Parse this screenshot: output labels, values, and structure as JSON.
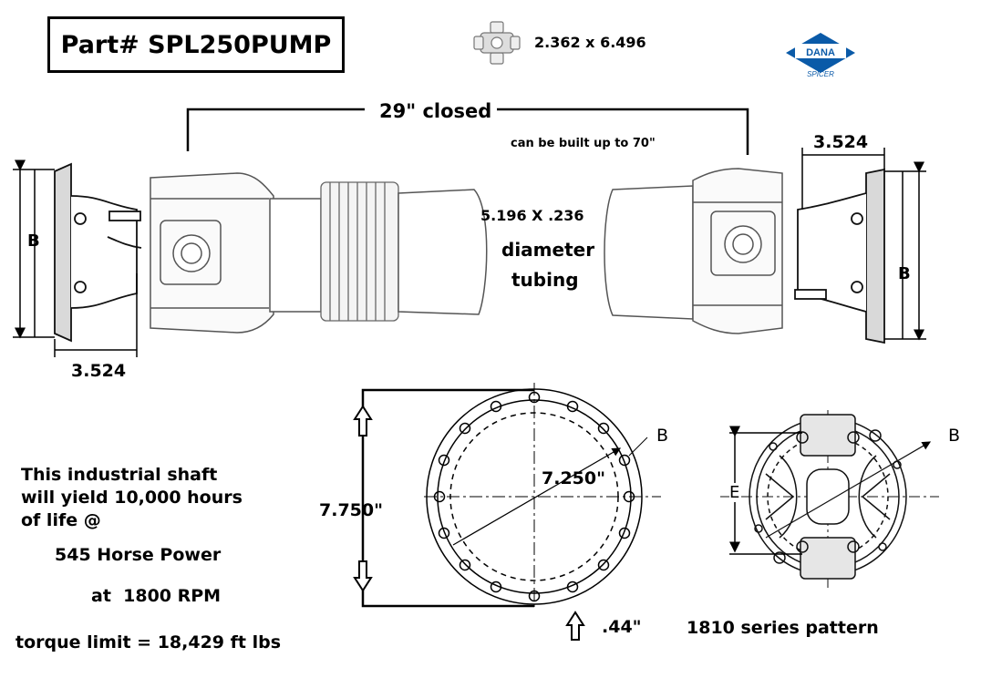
{
  "header": {
    "part_number": "Part# SPL250PUMP",
    "ujoint_size": "2.362 x 6.496",
    "brand": {
      "name": "DANA",
      "sub": "SPICER"
    }
  },
  "shaft": {
    "closed_length": "29\" closed",
    "max_length_note": "can be built up to 70\"",
    "tubing_size": "5.196 X .236",
    "tubing_line1": "diameter",
    "tubing_line2": "tubing",
    "flange_depth_left": "3.524",
    "flange_depth_right": "3.524",
    "dim_b_left": "B",
    "dim_b_right": "B"
  },
  "flange_face": {
    "outer_diameter": "7.750\"",
    "bolt_circle": "7.250\"",
    "hole_diameter": ".44\"",
    "label_b": "B"
  },
  "pattern": {
    "label": "1810 series pattern",
    "label_b": "B",
    "label_e": "E"
  },
  "specs": {
    "line1": "This industrial shaft",
    "line2": "will yield 10,000 hours",
    "line3": "of life @",
    "horsepower": "545 Horse Power",
    "rpm": "at  1800 RPM",
    "torque": "torque limit = 18,429 ft lbs"
  }
}
